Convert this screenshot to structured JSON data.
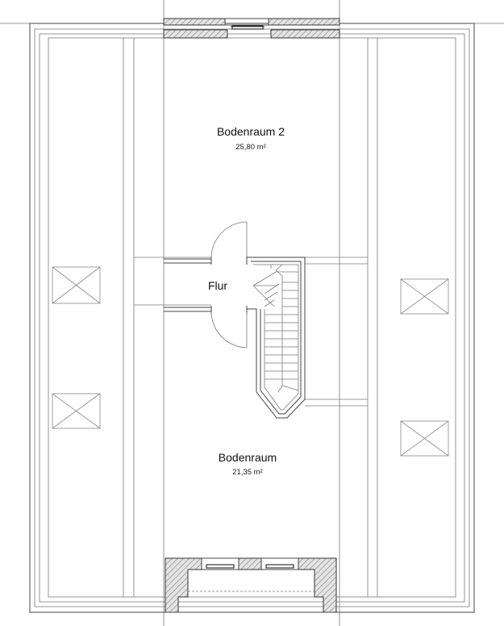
{
  "plan": {
    "rooms": [
      {
        "id": "bodenraum-2",
        "name": "Bodenraum 2",
        "area": "25,80 m²"
      },
      {
        "id": "flur",
        "name": "Flur",
        "area": ""
      },
      {
        "id": "bodenraum",
        "name": "Bodenraum",
        "area": "21,35 m²"
      }
    ],
    "colors": {
      "line": "#444444",
      "thin_line": "#7a7a7a",
      "hatch": "#9a9a9a",
      "background": "#ffffff"
    }
  }
}
